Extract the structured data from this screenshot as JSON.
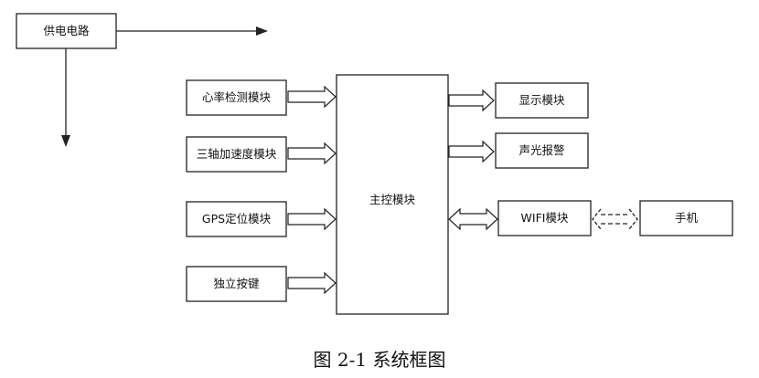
{
  "blocks": {
    "power": "供电电路",
    "heart_rate": "心率检测模块",
    "accelerometer": "三轴加速度模块",
    "gps": "GPS定位模块",
    "button": "独立按键",
    "main_control": "主控模块",
    "display": "显示模块",
    "alarm": "声光报警",
    "wifi": "WIFI模块",
    "phone": "手机"
  },
  "caption": "图 2-1 系统框图"
}
